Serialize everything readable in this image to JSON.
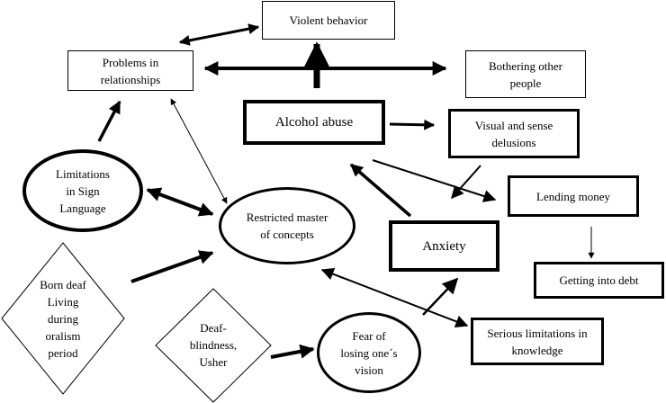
{
  "nodes": {
    "violent_behavior": "Violent behavior",
    "problems_in_relationships": "Problems in\nrelationships",
    "bothering_other_people": "Bothering other\npeople",
    "alcohol_abuse": "Alcohol abuse",
    "visual_and_sense_delusions": "Visual and sense\ndelusions",
    "limitations_in_sign_language": "Limitations\nin Sign\nLanguage",
    "restricted_master_of_concepts": "Restricted master\nof concepts",
    "lending_money": "Lending money",
    "anxiety": "Anxiety",
    "getting_into_debt": "Getting into debt",
    "born_deaf": "Born deaf\nLiving\nduring\noralism\nperiod",
    "deaf_blindness_usher": "Deaf-\nblindness,\nUsher",
    "fear_of_losing_vision": "Fear of\nlosing one´s\nvision",
    "serious_limitations_in_knowledge": "Serious limitations in\nknowledge"
  }
}
